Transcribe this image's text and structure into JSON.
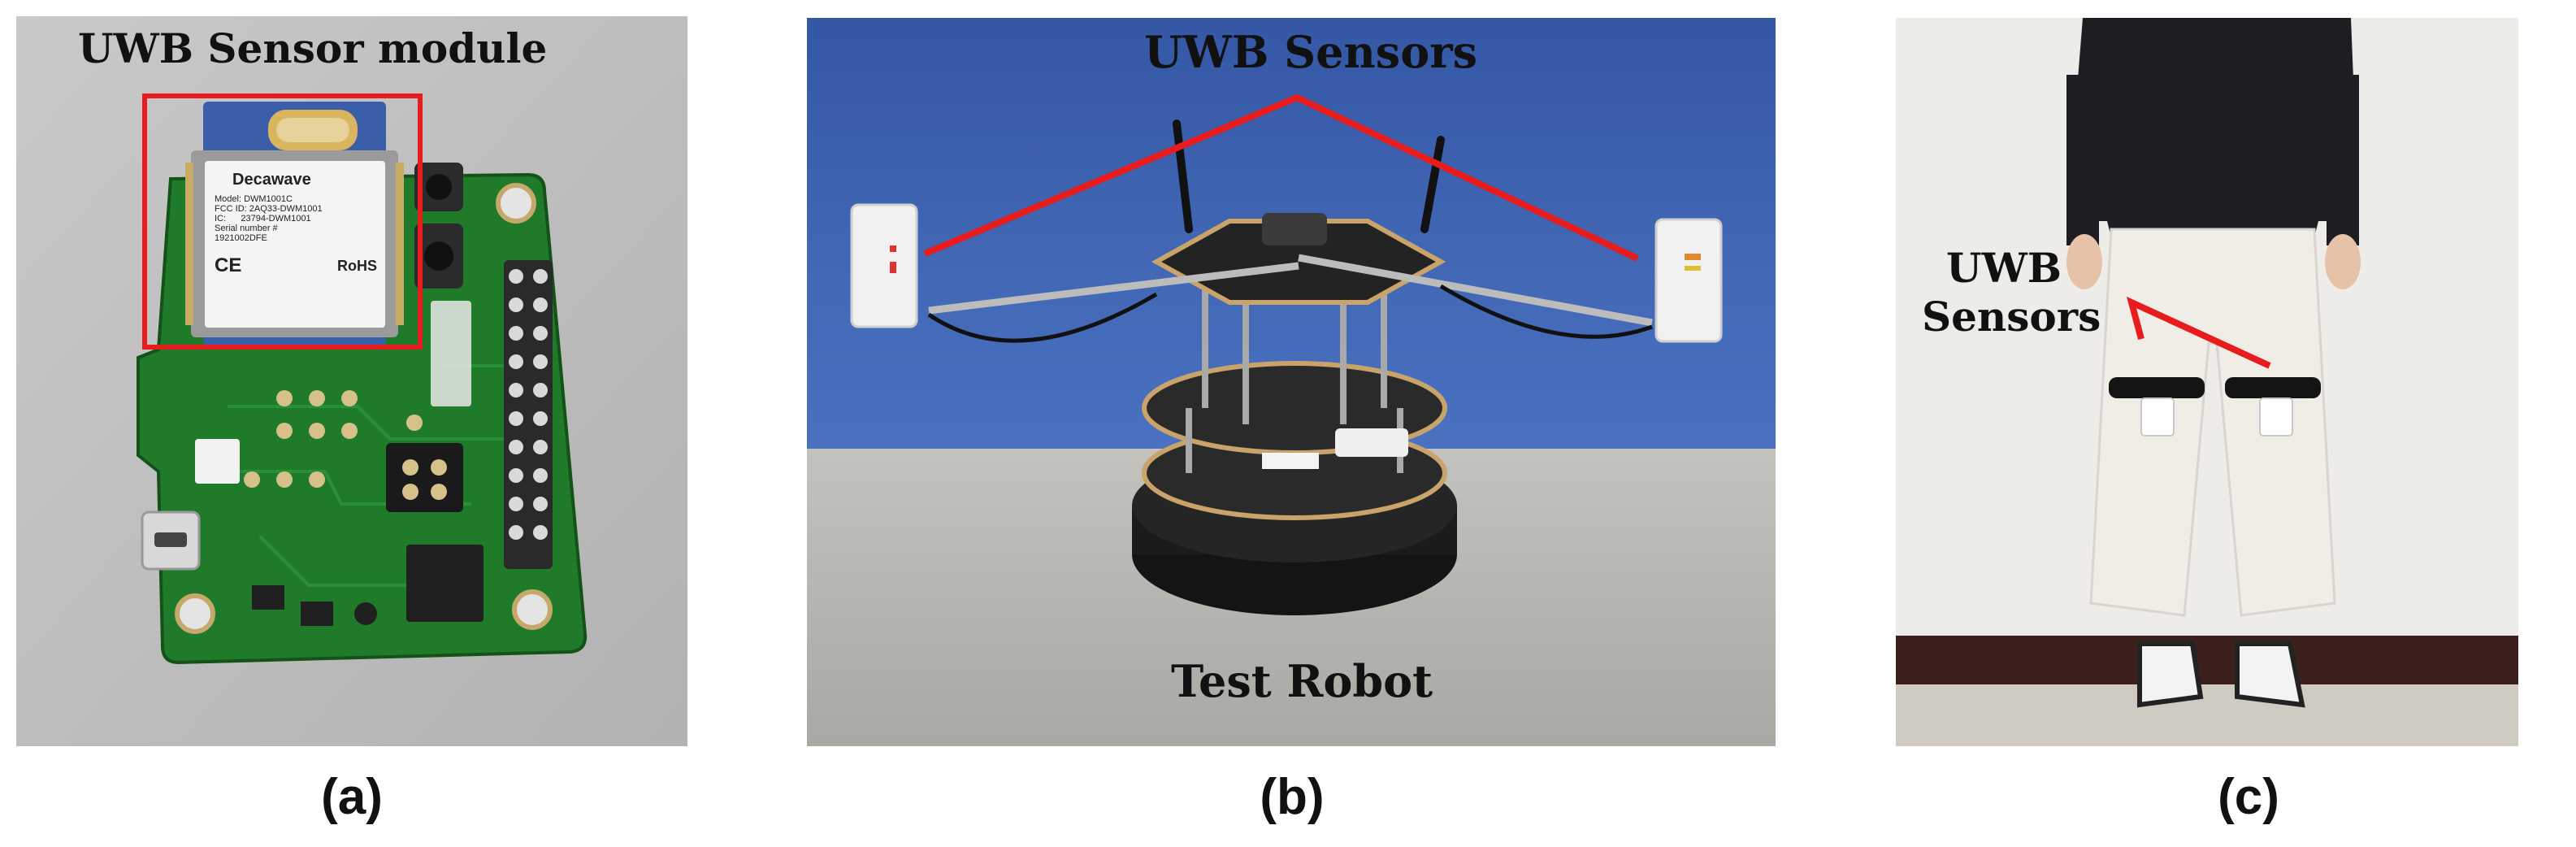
{
  "panels": [
    {
      "caption": "(a)",
      "label": "UWB Sensor module",
      "chip": {
        "brand": "Decawave",
        "line1": "Model: DWM1001C",
        "line2": "FCC ID: 2AQ33-DWM1001",
        "line3": "IC:      23794-DWM1001",
        "line4": "Serial number #",
        "line5": "1921002DFE",
        "mark1": "CE",
        "mark2": "RoHS"
      }
    },
    {
      "caption": "(b)",
      "label_top": "UWB Sensors",
      "label_bottom": "Test Robot"
    },
    {
      "caption": "(c)",
      "label_line1": "UWB",
      "label_line2": "Sensors"
    }
  ],
  "colors": {
    "annotation_red": "#e81c1c",
    "pcb_green": "#1f7a2a",
    "wall_blue": "#3d63b0",
    "floor_gray": "#b9b8b3"
  }
}
